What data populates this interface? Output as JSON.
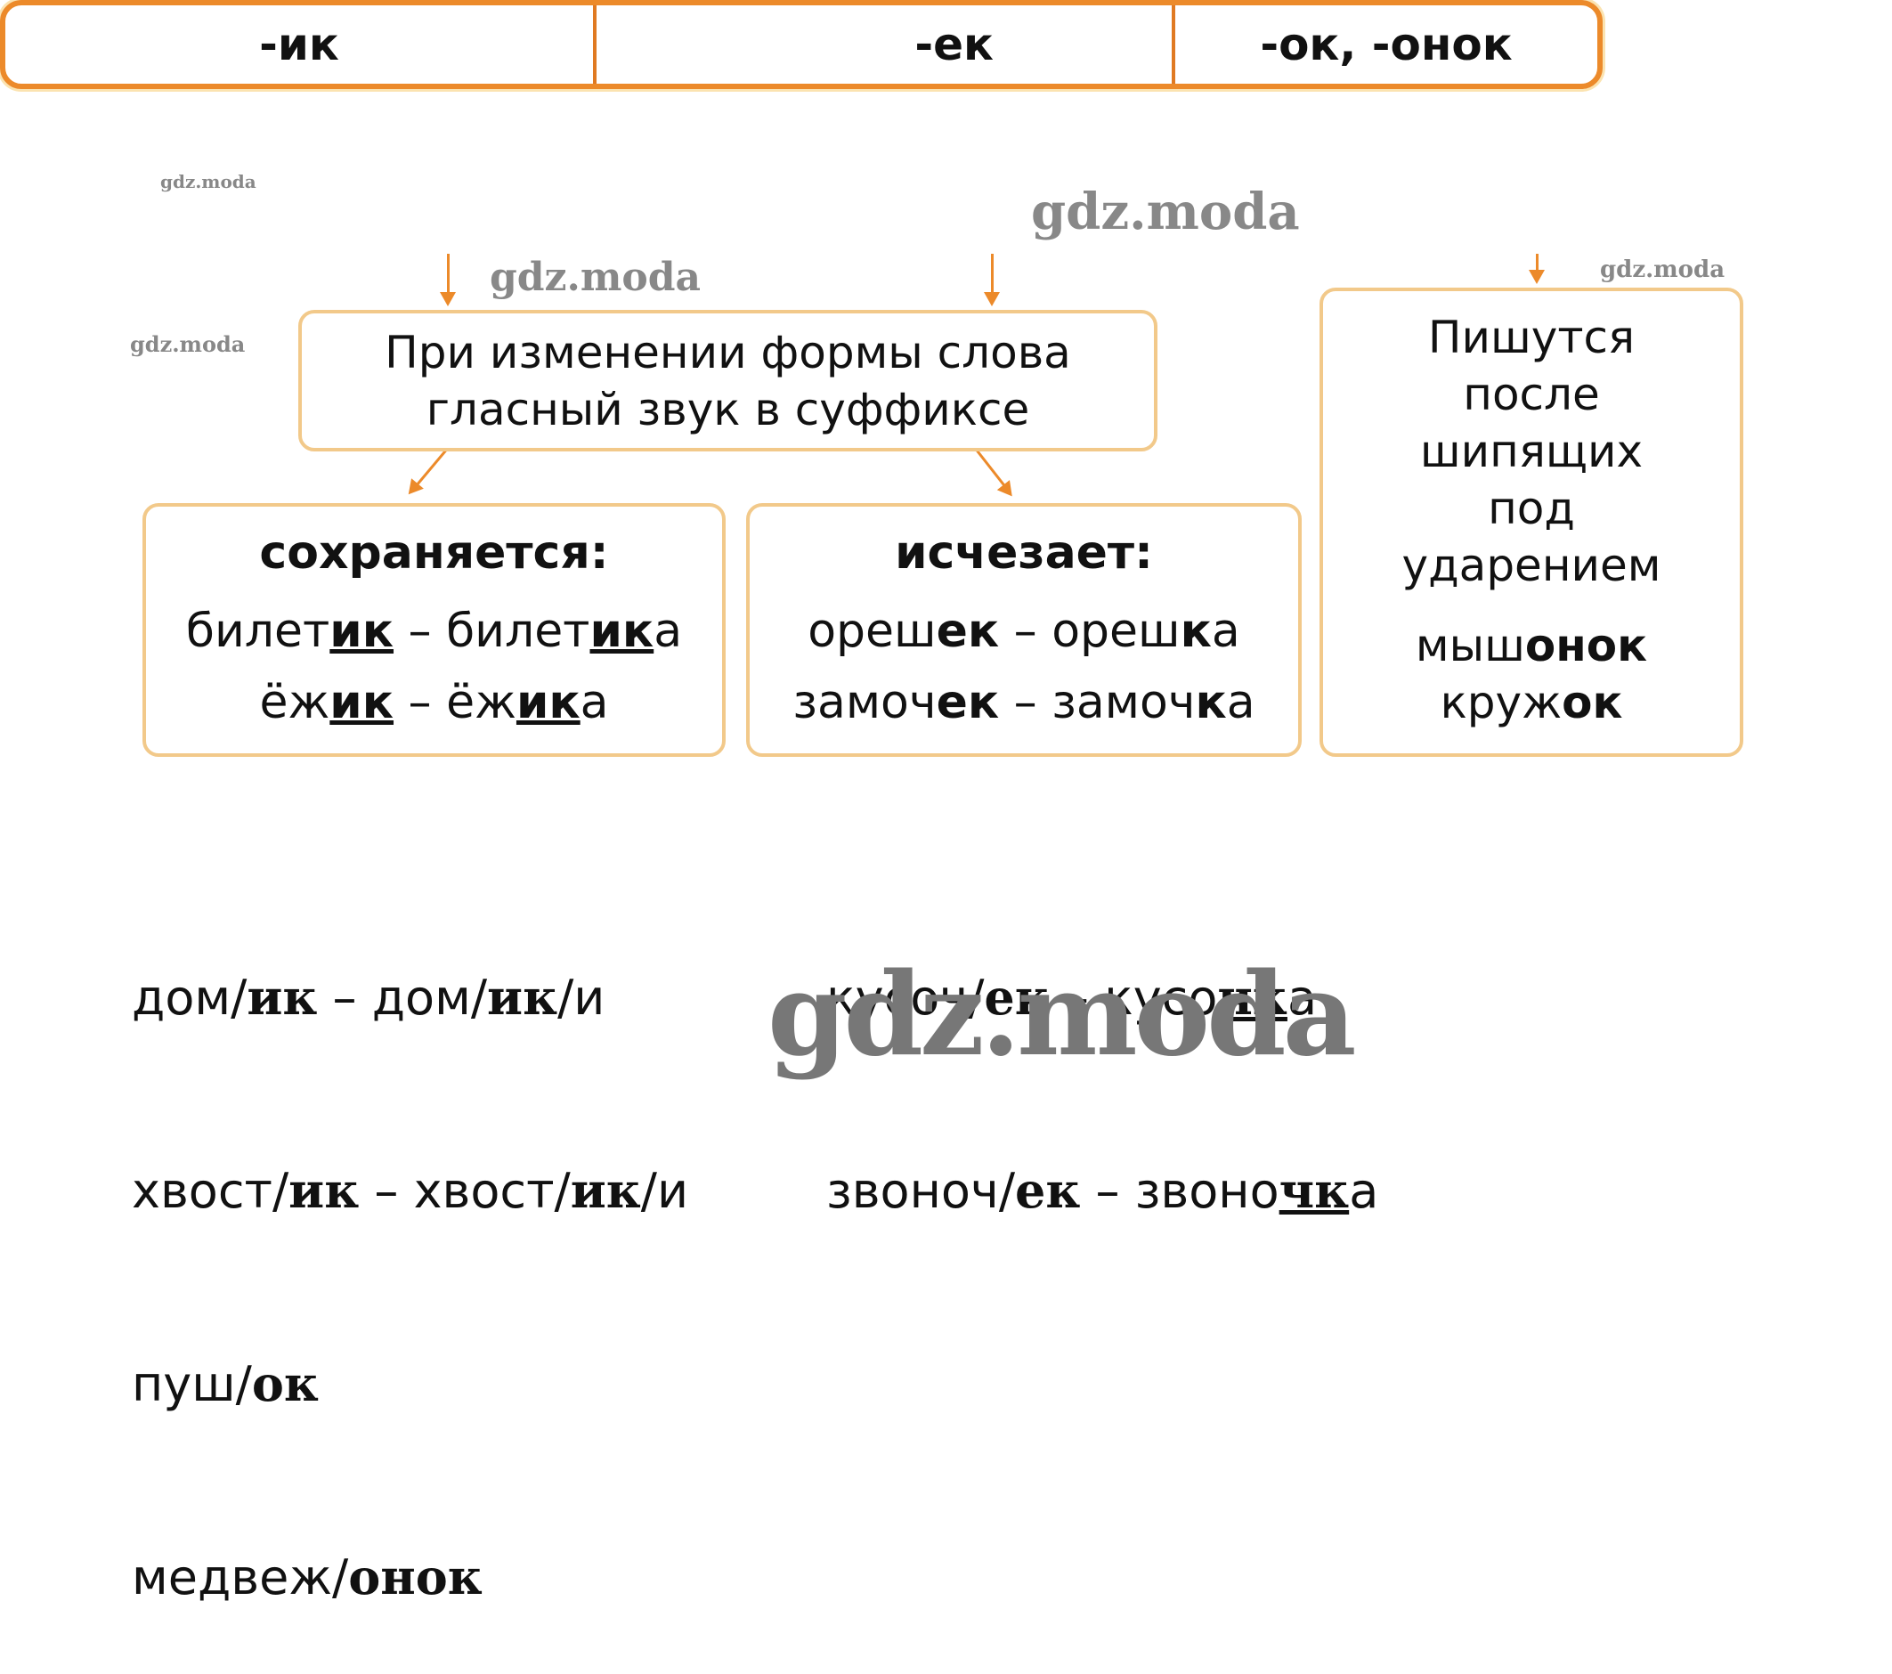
{
  "header": {
    "suffix_ik": "-ик",
    "suffix_ek": "-ек",
    "suffix_ok": "-ок,  -онок"
  },
  "rule": {
    "line1": "При изменении формы слова",
    "line2": "гласный звук в суффиксе"
  },
  "kept": {
    "title": "сохраняется:",
    "rows": [
      [
        "билет",
        "ик",
        " – ",
        "билет",
        "ик",
        "а"
      ],
      [
        "ёж",
        "ик",
        " – ",
        "ёж",
        "ик",
        "а"
      ]
    ]
  },
  "vanishes": {
    "title": "исчезает:",
    "rows": [
      [
        "ореш",
        "ек",
        " – ",
        "ореш",
        "к",
        "а"
      ],
      [
        "замоч",
        "ек",
        " – ",
        "замоч",
        "к",
        "а"
      ]
    ]
  },
  "hissing": {
    "lines": [
      "Пишутся",
      "после",
      "шипящих",
      "под",
      "ударением"
    ],
    "ex1_root": "мыш",
    "ex1_suffix": "онок",
    "ex2_root": "круж",
    "ex2_suffix": "ок"
  },
  "answers": {
    "left": [
      [
        "дом/",
        "ик",
        " – дом/",
        "ик",
        "/и"
      ],
      [
        "хвост/",
        "ик",
        " – хвост/",
        "ик",
        "/и"
      ],
      [
        "пуш/",
        "ок",
        "",
        "",
        ""
      ],
      [
        "медвеж/",
        "онок",
        "",
        "",
        ""
      ]
    ],
    "right": [
      [
        "кусоч/",
        "ек",
        " – кусо",
        "чк",
        "а"
      ],
      [
        "звоноч/",
        "ек",
        " – звоно",
        "чк",
        "а"
      ]
    ]
  },
  "watermark": "gdz.moda"
}
